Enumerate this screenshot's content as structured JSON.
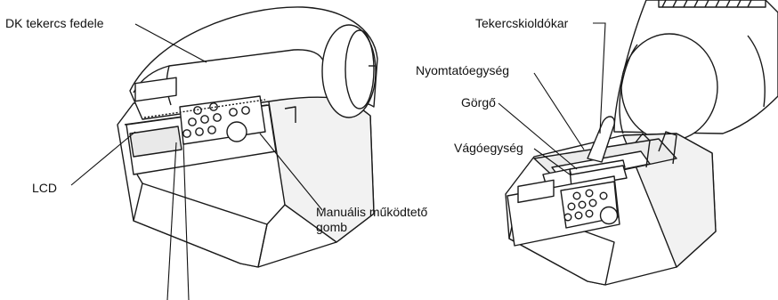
{
  "labels": {
    "roll_cover": "DK tekercs fedele",
    "lcd": "LCD",
    "manual_button": "Manuális működtető gomb",
    "roll_release_lever": "Tekercskioldókar",
    "print_unit": "Nyomtatóegység",
    "roller": "Görgő",
    "cutter_unit": "Vágóegység"
  },
  "colors": {
    "stroke": "#1a1a1a",
    "fill": "#ffffff",
    "shade": "#ececec"
  }
}
